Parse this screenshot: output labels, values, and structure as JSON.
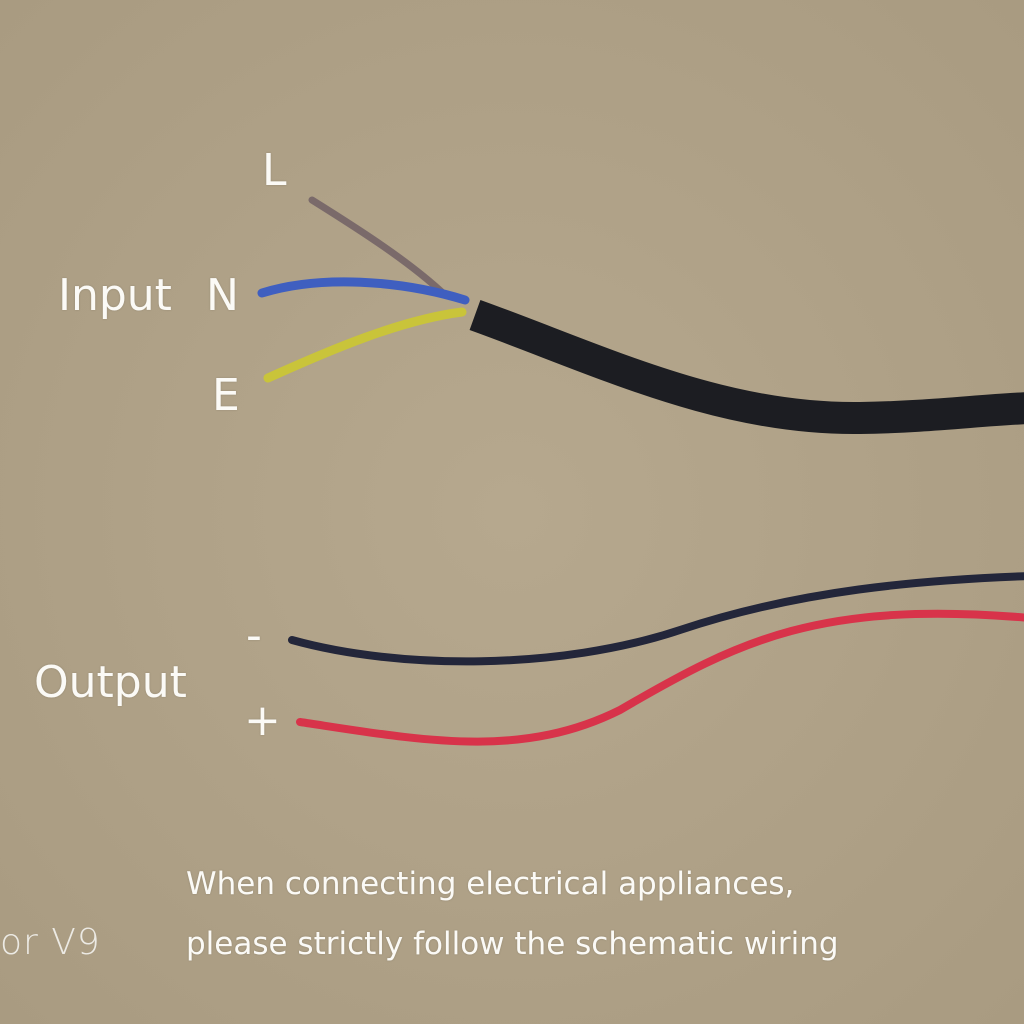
{
  "labels": {
    "live": "L",
    "input": "Input",
    "neutral": "N",
    "earth": "E",
    "output": "Output",
    "negative": "-",
    "positive": "+"
  },
  "caption": {
    "line1": "When connecting electrical appliances,",
    "line2": "please strictly follow the schematic wiring"
  },
  "watermark": "or V9",
  "colors": {
    "background": "#b2a48a",
    "sheath": "#1c1d22",
    "live_wire": "#7a6a6a",
    "neutral_wire": "#3f5fc0",
    "earth_wire": "#c9c43a",
    "negative_wire": "#23263a",
    "positive_wire": "#d8334a"
  }
}
